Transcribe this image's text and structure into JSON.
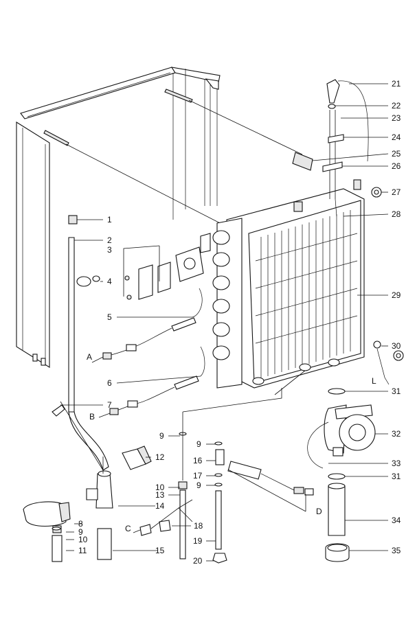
{
  "callouts": {
    "n1": "1",
    "n2": "2",
    "n3": "3",
    "n4": "4",
    "n5": "5",
    "n6": "6",
    "n7": "7",
    "n8": "8",
    "n9a": "9",
    "n9b": "9",
    "n9c": "9",
    "n9d": "9",
    "n10a": "10",
    "n10b": "10",
    "n11": "11",
    "n12": "12",
    "n13": "13",
    "n14": "14",
    "n15": "15",
    "n16": "16",
    "n17": "17",
    "n18": "18",
    "n19": "19",
    "n20": "20",
    "n21": "21",
    "n22": "22",
    "n23": "23",
    "n24": "24",
    "n25": "25",
    "n26": "26",
    "n27": "27",
    "n28": "28",
    "n29": "29",
    "n30": "30",
    "n31a": "31",
    "n31b": "31",
    "n32": "32",
    "n33": "33",
    "n34": "34",
    "n35": "35"
  },
  "letters": {
    "a": "A",
    "b": "B",
    "c": "C",
    "d": "D",
    "l": "L"
  }
}
